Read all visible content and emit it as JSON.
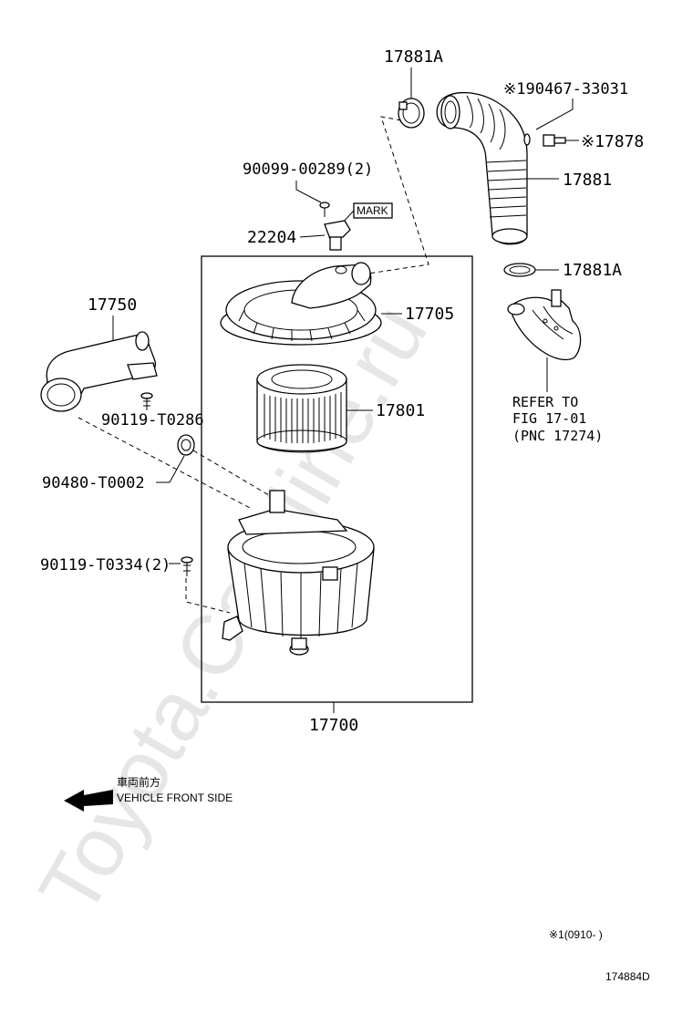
{
  "watermark": "Toyota.CarMine.ru",
  "labels": {
    "p17881A_top": "17881A",
    "p90467": "※190467-33031",
    "p17878": "※17878",
    "p17881": "17881",
    "p90099": "90099-00289(2)",
    "mark": "MARK",
    "p22204": "22204",
    "p17881A_mid": "17881A",
    "p17750": "17750",
    "p17705": "17705",
    "p90119_t0286": "90119-T0286",
    "p17801": "17801",
    "p90480": "90480-T0002",
    "p90119_t0334": "90119-T0334(2)",
    "p17700": "17700",
    "refer_line1": "REFER TO",
    "refer_line2": "FIG 17-01",
    "refer_line3": "(PNC 17274)"
  },
  "direction": {
    "jp": "車両前方",
    "en": "VEHICLE FRONT SIDE",
    "icon": "arrow-left-icon"
  },
  "footnote": "※1(0910-      )",
  "diagram_code": "174884D"
}
